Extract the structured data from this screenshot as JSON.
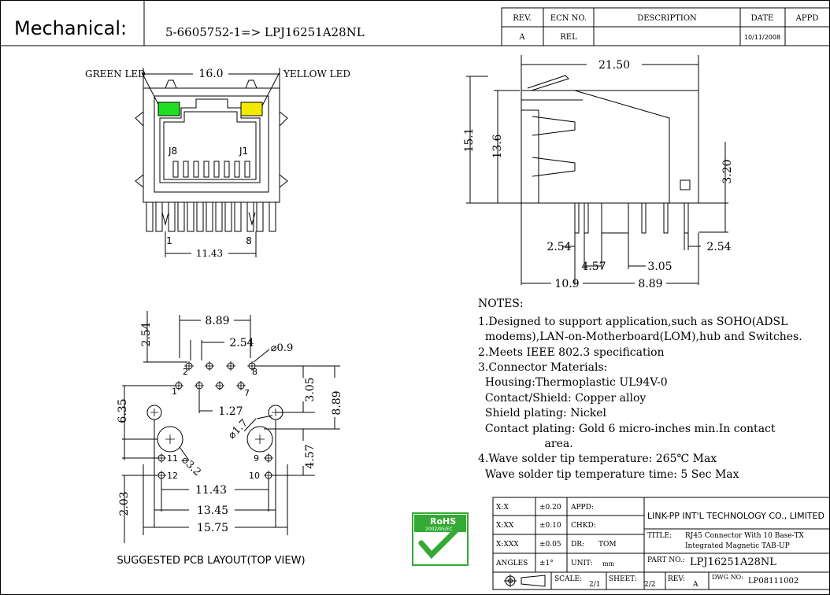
{
  "header": {
    "mechanical_label": "Mechanical:",
    "part_mapping": "5-6605752-1=> LPJ16251A28NL"
  },
  "revision_table": {
    "headers": [
      "REV.",
      "ECN NO.",
      "DESCRIPTION",
      "DATE",
      "APPD"
    ],
    "row": [
      "A",
      "REL",
      "",
      "10/11/2008",
      ""
    ]
  },
  "front_view": {
    "green_led_label": "GREEN LED",
    "yellow_led_label": "YELLOW LED",
    "width_dim": "16.0",
    "pin_left": "J8",
    "pin_right": "J1",
    "pin_num_left": "1",
    "pin_num_right": "8",
    "pin_span_dim": "11.43",
    "green_color": "#22dd22",
    "yellow_color": "#f2ea00"
  },
  "side_view": {
    "length_dim": "21.50",
    "height_total_dim": "15.1",
    "height_body_dim": "13.6",
    "right_dim": "3.20",
    "pitch_left_dim": "2.54",
    "pitch_right_dim": "2.54",
    "mid_dim_a": "4.57",
    "mid_dim_b": "3.05",
    "bottom_dim_a": "10.9",
    "bottom_dim_b": "8.89"
  },
  "pcb_layout": {
    "dim_top": "8.89",
    "dim_pitch_v": "2.54",
    "dim_pitch_h": "2.54",
    "dim_hole": "⌀0.9",
    "dim_right_a": "3.05",
    "dim_right_b": "8.89",
    "dim_left": "6.35",
    "dim_mid": "1.27",
    "dim_large_hole": "⌀3.2",
    "dim_small_hole": "⌀1.7",
    "dim_right_c": "4.57",
    "dim_bottom_left": "2.03",
    "dim_width_a": "11.43",
    "dim_width_b": "13.45",
    "dim_width_c": "15.75",
    "pin_labels": [
      "1",
      "2",
      "7",
      "8",
      "9",
      "10",
      "11",
      "12"
    ],
    "caption": "SUGGESTED PCB LAYOUT(TOP VIEW)"
  },
  "notes": {
    "title": "NOTES:",
    "lines": [
      "1.Designed to support application,such as SOHO(ADSL",
      "  modems),LAN-on-Motherboard(LOM),hub and Switches.",
      "2.Meets IEEE 802.3 specification",
      "3.Connector Materials:",
      "  Housing:Thermoplastic UL94V-0",
      "  Contact/Shield: Copper alloy",
      "  Shield plating: Nickel",
      "  Contact plating: Gold 6 micro-inches min.In contact",
      "                   area.",
      "4.Wave solder tip temperature: 265℃ Max",
      "  Wave solder tip temperature time: 5 Sec Max"
    ]
  },
  "rohs": {
    "label": "RoHS",
    "sub": "2002/95/EC",
    "color": "#33aa33"
  },
  "title_block": {
    "tol_rows": [
      {
        "k": "X:X",
        "v": "±0.20",
        "role": "APPD:",
        "who": ""
      },
      {
        "k": "X:XX",
        "v": "±0.10",
        "role": "CHKD:",
        "who": ""
      },
      {
        "k": "X:XXX",
        "v": "±0.05",
        "role": "DR:",
        "who": "TOM"
      },
      {
        "k": "ANGLES",
        "v": "±1°",
        "role": "UNIT:",
        "who": "mm"
      }
    ],
    "company": "LINK-PP INT'L TECHNOLOGY CO., LIMITED",
    "title_label": "TITLE:",
    "title_line1": "RJ45 Connector With 10 Base-TX",
    "title_line2": "Integrated Magnetic TAB-UP",
    "part_label": "PART NO.:",
    "part_no": "LPJ16251A28NL",
    "scale_label": "SCALE:",
    "scale": "2/1",
    "sheet_label": "SHEET:",
    "sheet": "2/2",
    "rev_label": "REV:",
    "rev": "A",
    "dwg_label": "DWG NO:",
    "dwg_no": "LP08111002"
  }
}
